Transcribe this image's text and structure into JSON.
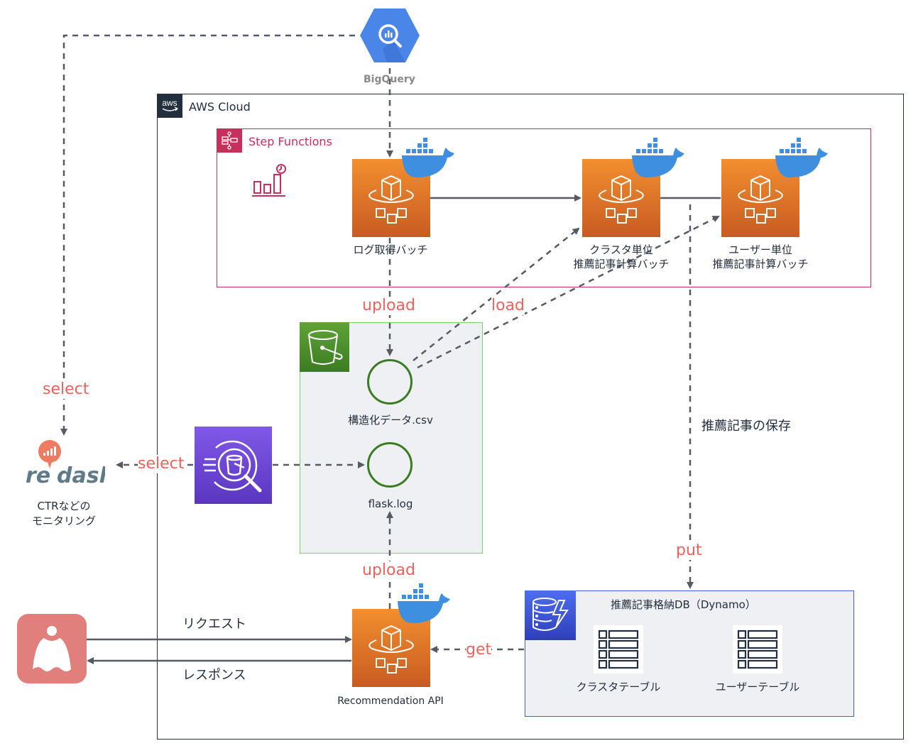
{
  "external": {
    "bigquery": {
      "label": "BigQuery",
      "icon": "bigquery-icon",
      "color": "#4a86e8"
    },
    "redash": {
      "label_line1": "CTRなどの",
      "label_line2": "モニタリング",
      "icon": "redash-logo",
      "color": "#f07b61"
    },
    "client_app": {
      "icon": "client-app-icon",
      "color": "#e17f7c"
    }
  },
  "aws_cloud": {
    "title": "AWS Cloud",
    "step_functions": {
      "title": "Step Functions",
      "color": "#c7305d",
      "batches": [
        {
          "id": "log",
          "label_line1": "ログ取得バッチ",
          "label_line2": ""
        },
        {
          "id": "cluster",
          "label_line1": "クラスタ単位",
          "label_line2": "推薦記事計算バッチ"
        },
        {
          "id": "user",
          "label_line1": "ユーザー単位",
          "label_line2": "推薦記事計算バッチ"
        }
      ]
    },
    "s3": {
      "objects": [
        {
          "label": "構造化データ.csv"
        },
        {
          "label": "flask.log"
        }
      ]
    },
    "dynamodb": {
      "title": "推薦記事格納DB（Dynamo）",
      "tables": [
        {
          "label": "クラスタテーブル"
        },
        {
          "label": "ユーザーテーブル"
        }
      ]
    },
    "recommendation_api": {
      "label": "Recommendation API"
    }
  },
  "edges": {
    "upload_top": "upload",
    "load": "load",
    "select_left": "select",
    "select_athena": "select",
    "upload_bottom": "upload",
    "put": "put",
    "get": "get",
    "save_note": "推薦記事の保存",
    "request": "リクエスト",
    "response": "レスポンス"
  },
  "colors": {
    "edge_label": "#f0625d",
    "ecs_orange": "#e8822c",
    "docker_blue": "#3f8fe0",
    "s3_green": "#3b7c23",
    "athena_purple": "#6a4ad6",
    "dynamo_blue": "#3f5fe6",
    "line": "#545b64"
  }
}
